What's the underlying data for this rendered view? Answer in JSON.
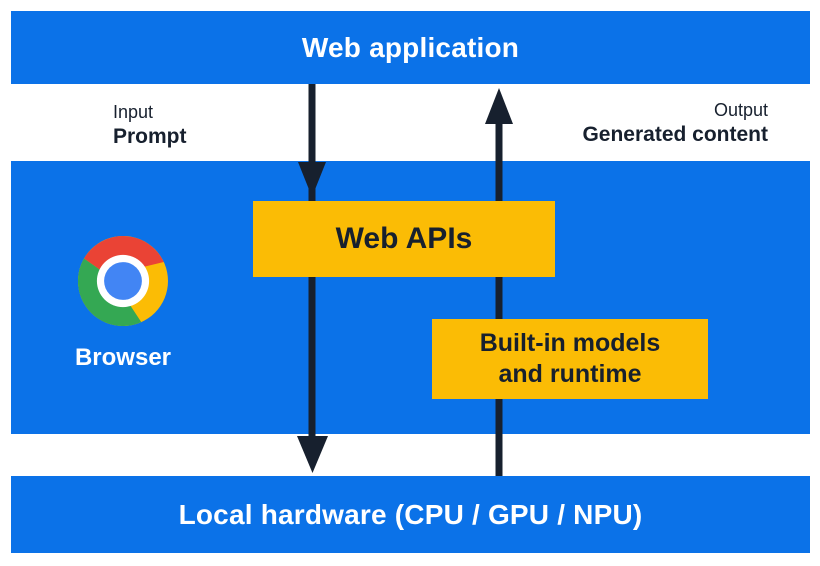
{
  "colors": {
    "blue": "#0b72e8",
    "yellow": "#fbbc05",
    "navy": "#17202e",
    "white": "#ffffff",
    "chrome_red": "#ea4335",
    "chrome_green": "#34a853",
    "chrome_yellow": "#fbbc05",
    "chrome_center_blue": "#4285f4"
  },
  "layers": {
    "web_application": {
      "label": "Web application"
    },
    "browser": {
      "label": "Browser"
    },
    "local_hardware": {
      "label": "Local hardware (CPU / GPU / NPU)"
    }
  },
  "io": {
    "input": {
      "caption": "Input",
      "label": "Prompt"
    },
    "output": {
      "caption": "Output",
      "label": "Generated content"
    }
  },
  "boxes": {
    "web_apis": {
      "label": "Web APIs"
    },
    "built_in": {
      "line1": "Built-in models",
      "line2": "and runtime"
    }
  },
  "icons": {
    "chrome_logo": "chrome-browser-logo",
    "down_arrow": "prompt-flow-down-arrow",
    "up_arrow": "generated-content-flow-up-arrow"
  }
}
